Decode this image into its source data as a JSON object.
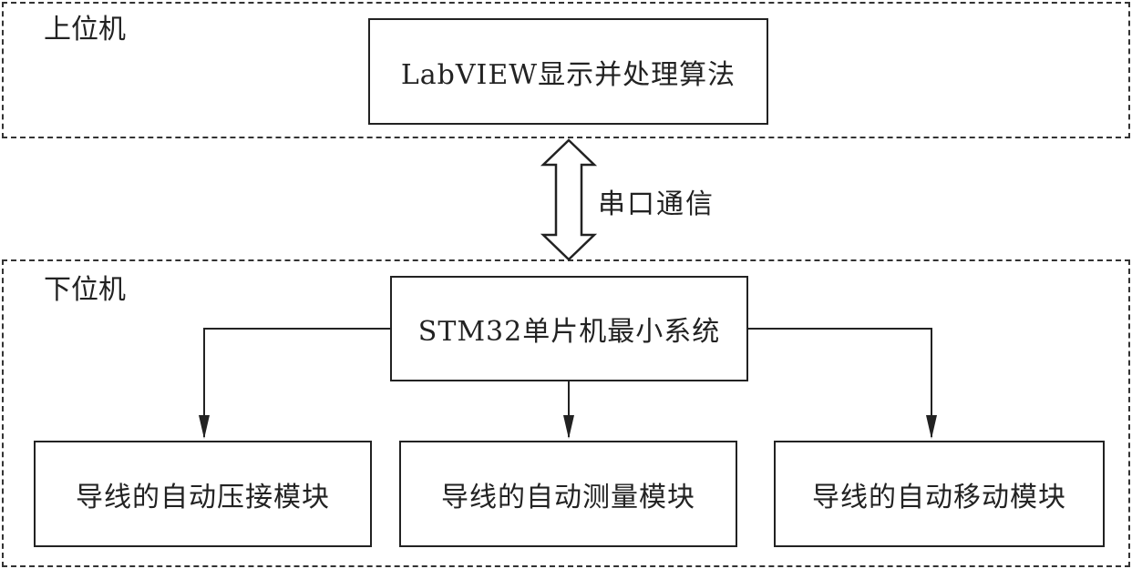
{
  "groups": {
    "upper": {
      "label": "上位机"
    },
    "lower": {
      "label": "下位机"
    }
  },
  "nodes": {
    "labview": "LabVIEW显示并处理算法",
    "stm32": "STM32单片机最小系统",
    "crimp": "导线的自动压接模块",
    "measure": "导线的自动测量模块",
    "move": "导线的自动移动模块"
  },
  "edges": {
    "serial": "串口通信"
  }
}
